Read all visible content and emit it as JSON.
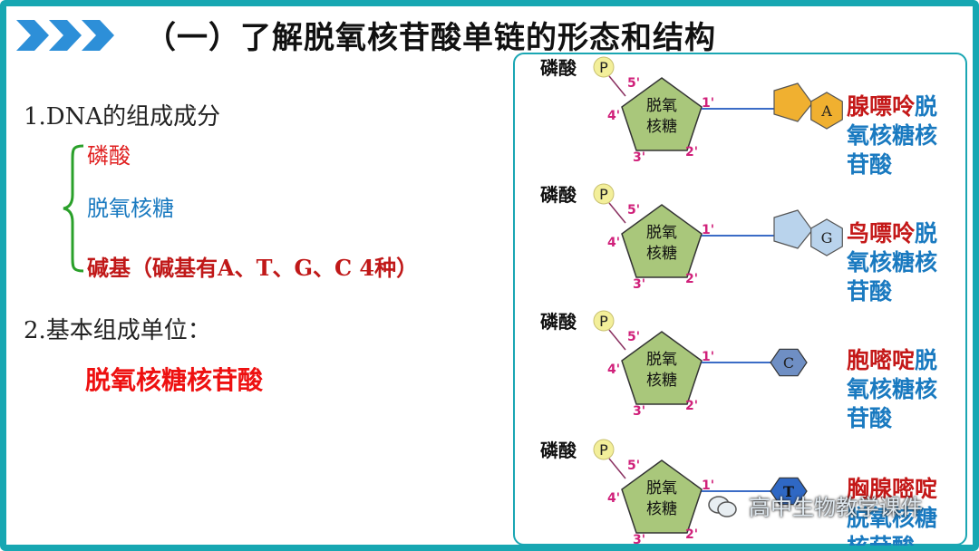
{
  "title": "（一）了解脱氧核苷酸单链的形态和结构",
  "section1": {
    "heading": "1.DNA的组成成分",
    "items": [
      {
        "text": "磷酸",
        "color": "#e02020"
      },
      {
        "text": "脱氧核糖",
        "color": "#1a7ac0"
      },
      {
        "text": "碱基（碱基有A、T、G、C 4种）",
        "color": "#c01818"
      }
    ]
  },
  "section2": {
    "heading": "2.基本组成单位：",
    "answer": "脱氧核糖核苷酸"
  },
  "diagram": {
    "phosphate_label": "磷酸",
    "phosphate_symbol": "P",
    "sugar_label_line1": "脱氧",
    "sugar_label_line2": "核糖",
    "carbon_5": "5'",
    "carbon_4": "4'",
    "carbon_3": "3'",
    "carbon_2": "2'",
    "carbon_1": "1'",
    "nucleotides": [
      {
        "base": "A",
        "name_red": "腺嘌呤",
        "name_blue_1": "脱",
        "line2": "氧核糖核",
        "line3": "苷酸",
        "color": "#f0b030"
      },
      {
        "base": "G",
        "name_red": "鸟嘌呤",
        "name_blue_1": "脱",
        "line2": "氧核糖核",
        "line3": "苷酸",
        "color": "#b9d3ec"
      },
      {
        "base": "C",
        "name_red": "胞嘧啶",
        "name_blue_1": "脱",
        "line2": "氧核糖核",
        "line3": "苷酸",
        "color": "#6f8fc4"
      },
      {
        "base": "T",
        "name_red": "胸腺嘧啶",
        "name_blue_1": "",
        "line2": "脱氧核糖",
        "line3": "核苷酸",
        "color": "#2f68c4"
      }
    ]
  },
  "watermark": "高中生物教学课件"
}
